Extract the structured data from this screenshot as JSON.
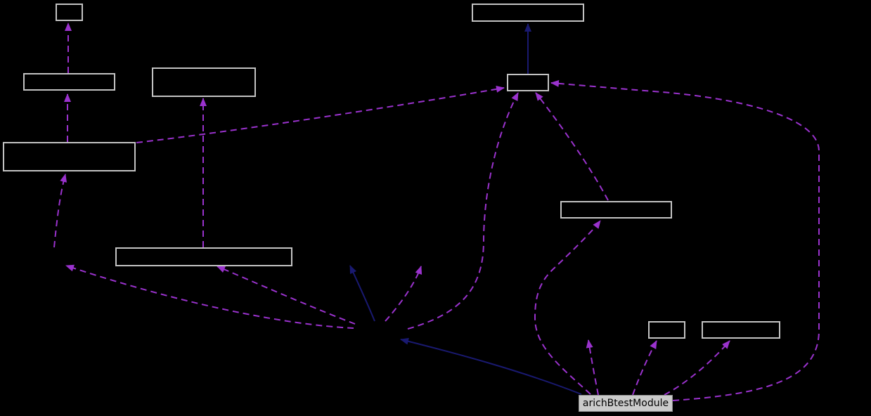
{
  "diagram": {
    "type": "collaboration-graph",
    "highlighted_node_label": "arichBtestModule",
    "unlabeled_node_count": 10,
    "edge_styles": {
      "usage": "dashed",
      "inheritance": "solid"
    }
  },
  "colors": {
    "background": "#000000",
    "node_border": "#c3c3c3",
    "node_fill": "#000000",
    "highlight_fill": "#cbcbcb",
    "highlight_border": "#8f8f8f",
    "highlight_text": "#000000",
    "usage_edge": "#9a32cd",
    "inheritance_edge": "#191970"
  }
}
